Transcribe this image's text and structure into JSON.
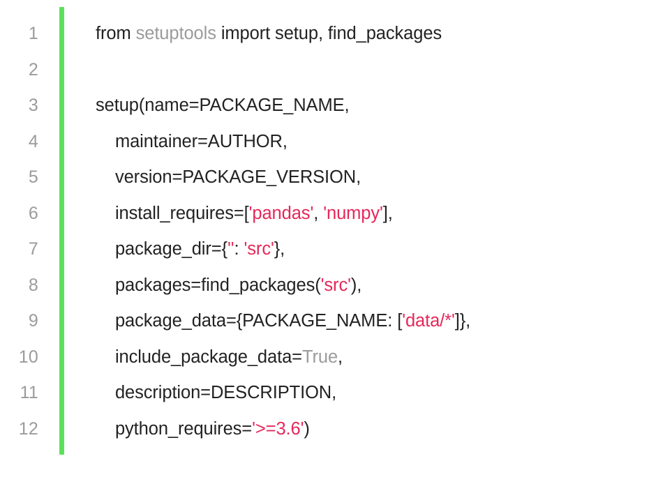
{
  "editor": {
    "background_color": "#ffffff",
    "accent_bar_color": "#5ce05c",
    "line_number_color": "#9b9b9b",
    "text_color": "#222222",
    "string_color": "#e5285a",
    "muted_color": "#9b9b9b",
    "language": "python",
    "line_numbers": [
      "1",
      "2",
      "3",
      "4",
      "5",
      "6",
      "7",
      "8",
      "9",
      "10",
      "11",
      "12"
    ],
    "lines": [
      {
        "number": "1",
        "text": "from setuptools import setup, find_packages",
        "tokens": [
          {
            "t": "from ",
            "c": "plain"
          },
          {
            "t": "setuptools",
            "c": "muted"
          },
          {
            "t": " import setup, find_packages",
            "c": "plain"
          }
        ]
      },
      {
        "number": "2",
        "text": "",
        "tokens": []
      },
      {
        "number": "3",
        "text": "setup(name=PACKAGE_NAME,",
        "tokens": [
          {
            "t": "setup(name=PACKAGE_NAME,",
            "c": "plain"
          }
        ]
      },
      {
        "number": "4",
        "text": "    maintainer=AUTHOR,",
        "tokens": [
          {
            "t": "    maintainer=AUTHOR,",
            "c": "plain"
          }
        ]
      },
      {
        "number": "5",
        "text": "    version=PACKAGE_VERSION,",
        "tokens": [
          {
            "t": "    version=PACKAGE_VERSION,",
            "c": "plain"
          }
        ]
      },
      {
        "number": "6",
        "text": "    install_requires=['pandas', 'numpy'],",
        "tokens": [
          {
            "t": "    install_requires=[",
            "c": "plain"
          },
          {
            "t": "'pandas'",
            "c": "string"
          },
          {
            "t": ", ",
            "c": "plain"
          },
          {
            "t": "'numpy'",
            "c": "string"
          },
          {
            "t": "],",
            "c": "plain"
          }
        ]
      },
      {
        "number": "7",
        "text": "    package_dir={'': 'src'},",
        "tokens": [
          {
            "t": "    package_dir={",
            "c": "plain"
          },
          {
            "t": "''",
            "c": "string"
          },
          {
            "t": ": ",
            "c": "plain"
          },
          {
            "t": "'src'",
            "c": "string"
          },
          {
            "t": "},",
            "c": "plain"
          }
        ]
      },
      {
        "number": "8",
        "text": "    packages=find_packages('src'),",
        "tokens": [
          {
            "t": "    packages=find_packages(",
            "c": "plain"
          },
          {
            "t": "'src'",
            "c": "string"
          },
          {
            "t": "),",
            "c": "plain"
          }
        ]
      },
      {
        "number": "9",
        "text": "    package_data={PACKAGE_NAME: ['data/*']},",
        "tokens": [
          {
            "t": "    package_data={PACKAGE_NAME: [",
            "c": "plain"
          },
          {
            "t": "'data/*'",
            "c": "string"
          },
          {
            "t": "]},",
            "c": "plain"
          }
        ]
      },
      {
        "number": "10",
        "text": "    include_package_data=True,",
        "tokens": [
          {
            "t": "    include_package_data=",
            "c": "plain"
          },
          {
            "t": "True",
            "c": "muted"
          },
          {
            "t": ",",
            "c": "plain"
          }
        ]
      },
      {
        "number": "11",
        "text": "    description=DESCRIPTION,",
        "tokens": [
          {
            "t": "    description=DESCRIPTION,",
            "c": "plain"
          }
        ]
      },
      {
        "number": "12",
        "text": "    python_requires='>=3.6')",
        "tokens": [
          {
            "t": "    python_requires=",
            "c": "plain"
          },
          {
            "t": "'>=3.6'",
            "c": "string"
          },
          {
            "t": ")",
            "c": "plain"
          }
        ]
      }
    ]
  }
}
